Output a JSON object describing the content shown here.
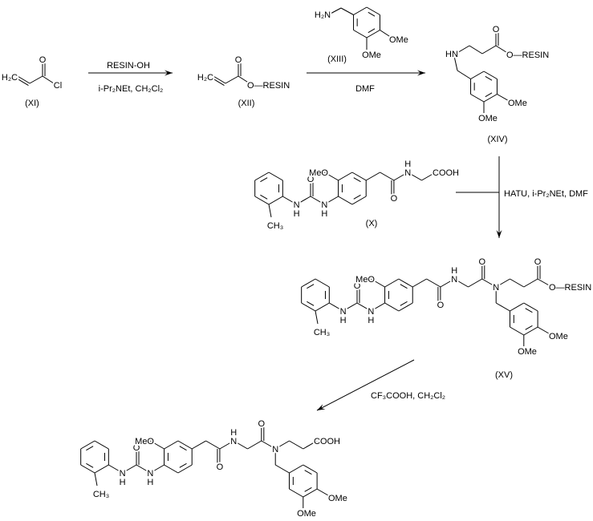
{
  "compounds": {
    "XI": {
      "label": "(XI)",
      "atoms": {
        "ch2": "H₂C",
        "o": "O",
        "cl": "Cl"
      }
    },
    "XII": {
      "label": "(XII)",
      "atoms": {
        "ch2": "H₂C",
        "o": "O",
        "oresin": "O—RESIN"
      }
    },
    "XIII": {
      "label": "(XIII)",
      "atoms": {
        "nh2": "H₂N",
        "ome1": "OMe",
        "ome2": "OMe"
      }
    },
    "XIV": {
      "label": "(XIV)",
      "atoms": {
        "hn": "HN",
        "o": "O",
        "oresin": "O—RESIN",
        "ome1": "OMe",
        "ome2": "OMe"
      }
    },
    "X": {
      "label": "(X)",
      "atoms": {
        "ch3": "CH₃",
        "n": "N",
        "h": "H",
        "o": "O",
        "meo": "MeO",
        "cooh": "COOH"
      }
    },
    "XV": {
      "label": "(XV)",
      "atoms": {
        "ch3": "CH₃",
        "n": "N",
        "h": "H",
        "o": "O",
        "meo": "MeO",
        "oresin": "O—RESIN",
        "ome": "OMe"
      }
    },
    "final": {
      "atoms": {
        "ch3": "CH₃",
        "n": "N",
        "h": "H",
        "o": "O",
        "meo": "MeO",
        "cooh": "COOH",
        "ome": "OMe"
      }
    }
  },
  "reactions": {
    "step1": {
      "above": "RESIN-OH",
      "below": "i-Pr₂NEt, CH₂Cl₂"
    },
    "step2": {
      "below": "DMF"
    },
    "step3": {
      "side": "HATU, i-Pr₂NEt, DMF"
    },
    "step4": {
      "side": "CF₃COOH, CH₂Cl₂"
    }
  }
}
